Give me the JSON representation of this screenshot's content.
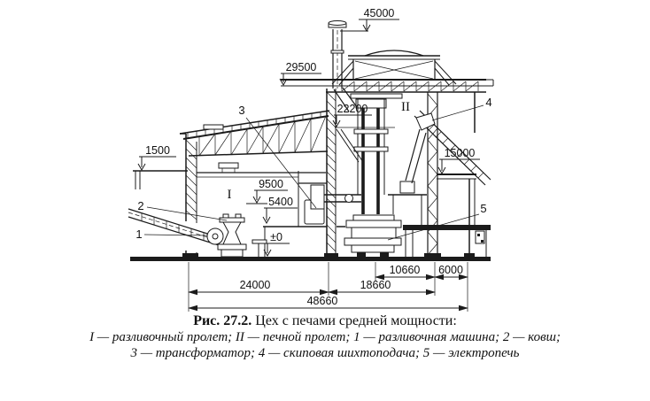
{
  "caption": {
    "prefix": "Рис. 27.2.",
    "title": " Цех с печами средней мощности:",
    "legend_line1": "I — разливочный пролет; II — печной пролет; 1 — разливочная машина; 2 — ковш;",
    "legend_line2": "3 — трансформатор; 4 — скиповая шихтоподача; 5 — электропечь"
  },
  "elevations": {
    "chimney_top": "45000",
    "furnace_bay_roof": "29500",
    "crane_rail": "22200",
    "annex_roof": "15000",
    "canopy": "1500",
    "casting_crane_rail": "9500",
    "working_platform": "5400",
    "floor_zero": "±0"
  },
  "spans": {
    "furnace_part": "10660",
    "annex": "6000",
    "casting_bay": "24000",
    "furnace_bay": "18660",
    "total": "48660"
  },
  "bays": {
    "casting": "I",
    "furnace": "II"
  },
  "parts": {
    "casting_machine": "1",
    "ladle": "2",
    "transformer": "3",
    "skip_hoist": "4",
    "furnace": "5"
  }
}
